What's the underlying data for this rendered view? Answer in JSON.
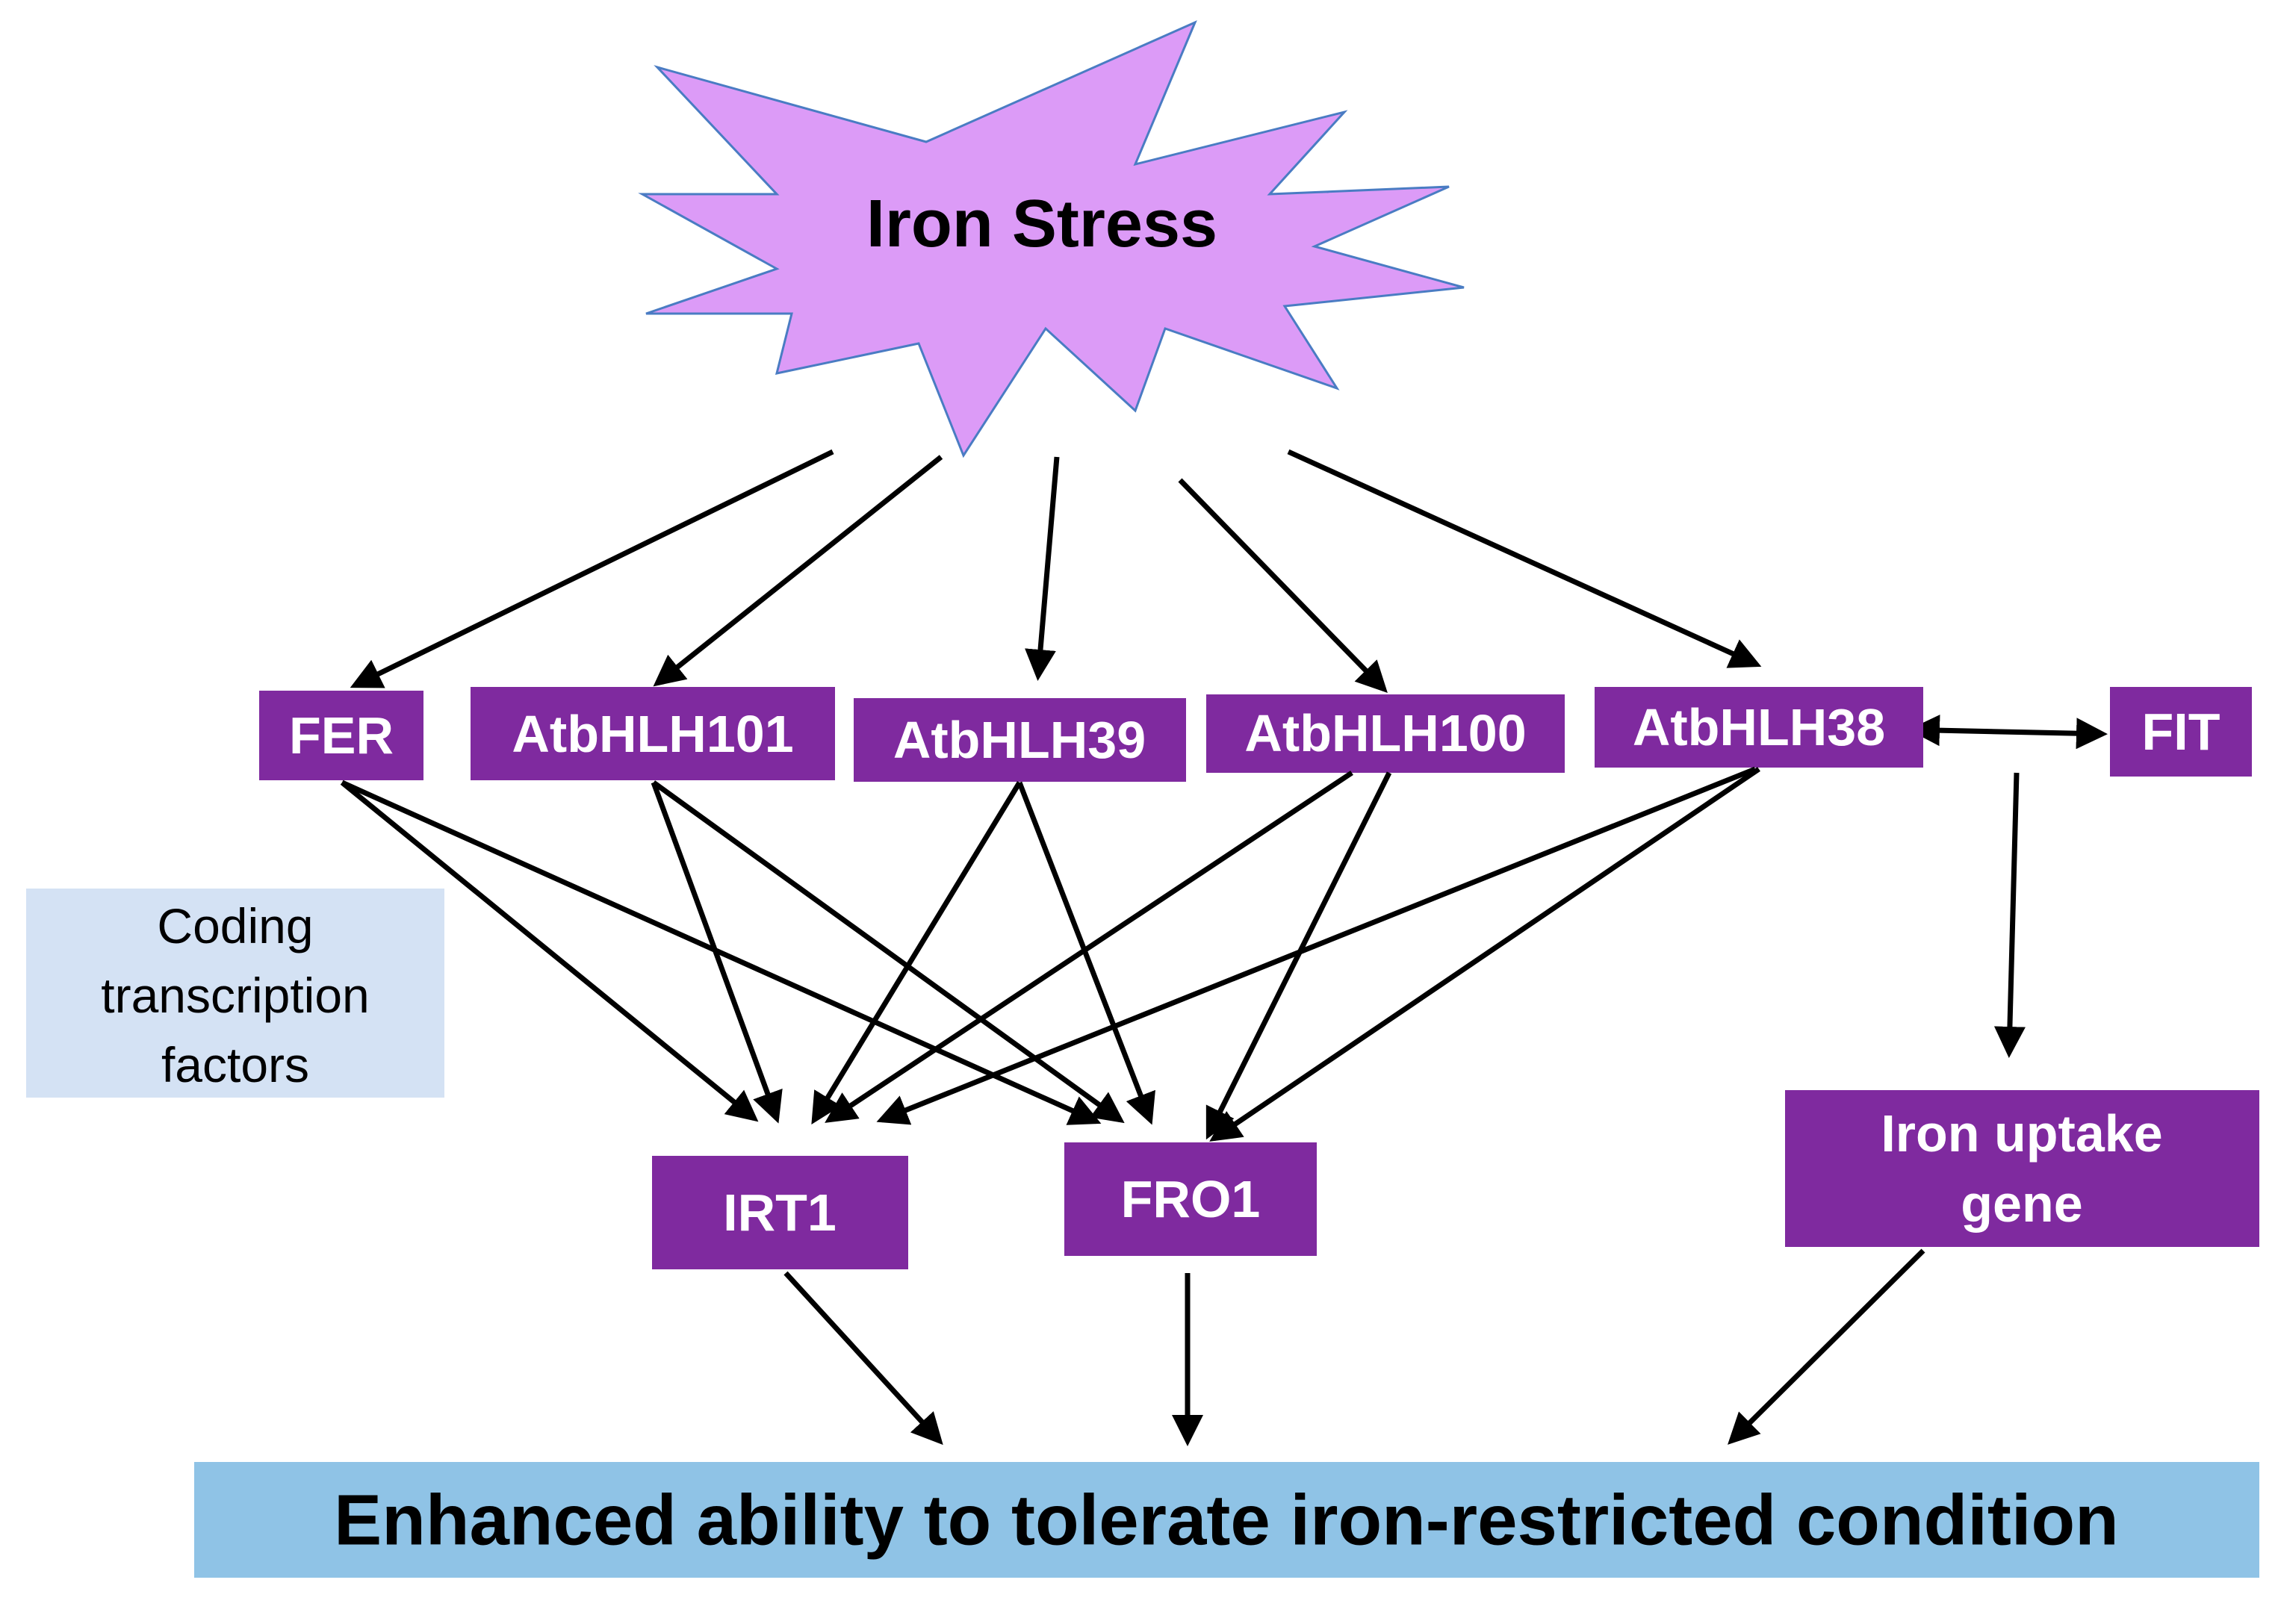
{
  "colors": {
    "node_fill": "#7f2a9f",
    "star_fill": "#dc9bf7",
    "star_stroke": "#4a7cc3",
    "legend_fill": "#d4e2f4",
    "outcome_fill": "#8fc3e6",
    "arrow": "#000000"
  },
  "stress": {
    "label": "Iron Stress"
  },
  "factors": {
    "fer": "FER",
    "bhlh101": "AtbHLH101",
    "bhlh39": "AtbHLH39",
    "bhlh100": "AtbHLH100",
    "bhlh38": "AtbHLH38",
    "fit": "FIT"
  },
  "legend": {
    "line1": "Coding",
    "line2": "transcription",
    "line3": "factors"
  },
  "targets": {
    "irt1": "IRT1",
    "fro1": "FRO1",
    "iron_uptake_line1": "Iron uptake",
    "iron_uptake_line2": "gene"
  },
  "outcome": {
    "label": "Enhanced ability to tolerate iron-restricted condition"
  }
}
